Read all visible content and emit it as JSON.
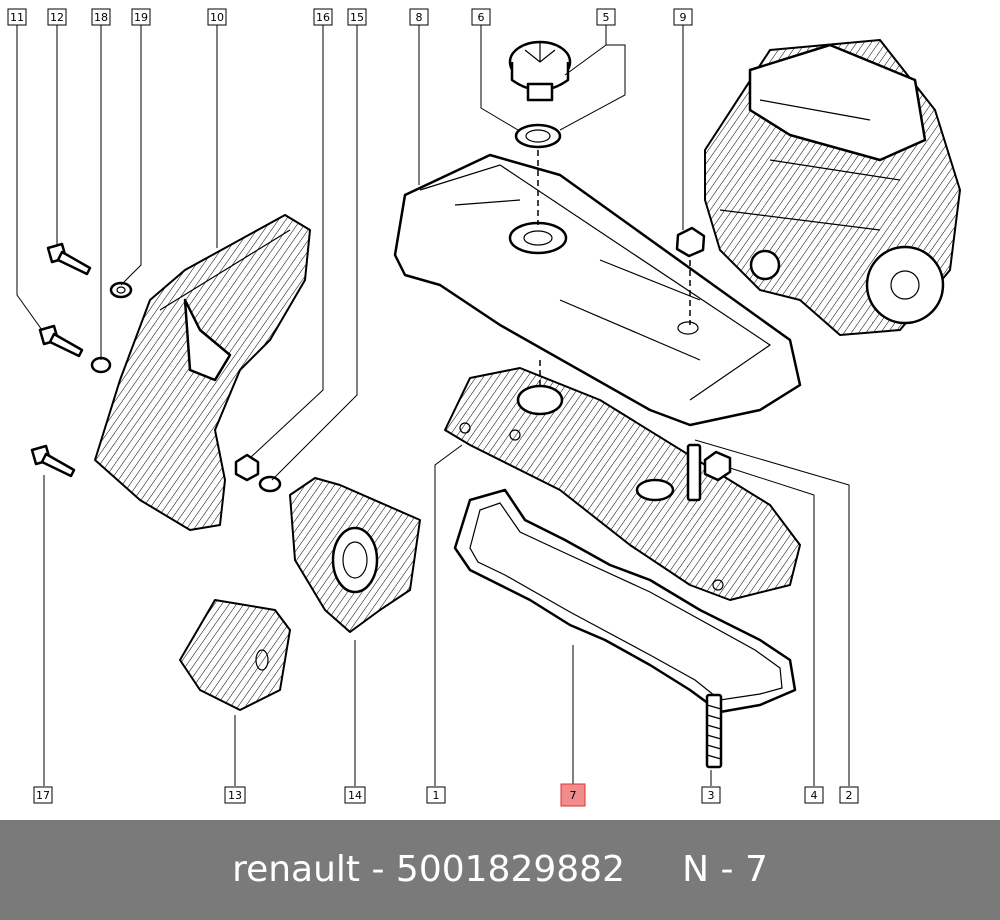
{
  "callouts": [
    {
      "id": "11",
      "highlight": false
    },
    {
      "id": "12",
      "highlight": false
    },
    {
      "id": "18",
      "highlight": false
    },
    {
      "id": "19",
      "highlight": false
    },
    {
      "id": "10",
      "highlight": false
    },
    {
      "id": "16",
      "highlight": false
    },
    {
      "id": "15",
      "highlight": false
    },
    {
      "id": "8",
      "highlight": false
    },
    {
      "id": "6",
      "highlight": false
    },
    {
      "id": "5",
      "highlight": false
    },
    {
      "id": "9",
      "highlight": false
    },
    {
      "id": "17",
      "highlight": false
    },
    {
      "id": "13",
      "highlight": false
    },
    {
      "id": "14",
      "highlight": false
    },
    {
      "id": "1",
      "highlight": false
    },
    {
      "id": "7",
      "highlight": true
    },
    {
      "id": "3",
      "highlight": false
    },
    {
      "id": "4",
      "highlight": false
    },
    {
      "id": "2",
      "highlight": false
    }
  ],
  "footer": {
    "brand": "renault",
    "part_number": "5001829882",
    "ref": "N - 7",
    "text": "renault - 5001829882     N - 7"
  },
  "colors": {
    "footer_bg": "#7a7a7a",
    "footer_text": "#ffffff",
    "highlight_fill": "#f28b8b",
    "highlight_border": "#d33333"
  }
}
